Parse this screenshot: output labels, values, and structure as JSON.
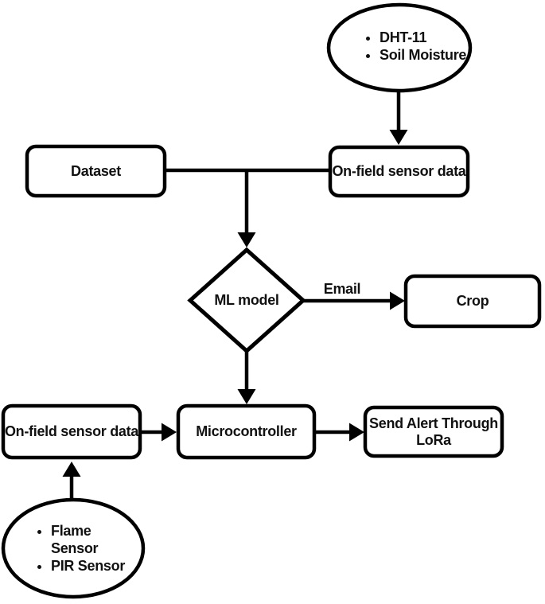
{
  "diagram": {
    "background": "#ffffff",
    "stroke_color": "#000000",
    "text_color": "#111111",
    "nodes": {
      "sensors_top": {
        "type": "ellipse",
        "items": [
          "DHT-11",
          "Soil Moisture"
        ]
      },
      "dataset": {
        "type": "rounded-rect",
        "label": "Dataset"
      },
      "onfield_top": {
        "type": "rounded-rect",
        "label": "On-field sensor data"
      },
      "ml_model": {
        "type": "diamond",
        "label": "ML model"
      },
      "crop": {
        "type": "rounded-rect",
        "label": "Crop"
      },
      "onfield_bottom": {
        "type": "rounded-rect",
        "label": "On-field sensor data"
      },
      "microcontroller": {
        "type": "rounded-rect",
        "label": "Microcontroller"
      },
      "send_alert": {
        "type": "rounded-rect",
        "label": "Send Alert Through LoRa"
      },
      "sensors_bottom": {
        "type": "ellipse",
        "items": [
          "Flame Sensor",
          "PIR Sensor"
        ]
      }
    },
    "edges": [
      {
        "from": "sensors_top",
        "to": "onfield_top",
        "label": ""
      },
      {
        "from": "dataset",
        "to": "onfield_top",
        "label": ""
      },
      {
        "from": "dataset_line",
        "to": "ml_model",
        "label": ""
      },
      {
        "from": "ml_model",
        "to": "crop",
        "label": "Email"
      },
      {
        "from": "ml_model",
        "to": "microcontroller",
        "label": ""
      },
      {
        "from": "onfield_bottom",
        "to": "microcontroller",
        "label": ""
      },
      {
        "from": "microcontroller",
        "to": "send_alert",
        "label": ""
      },
      {
        "from": "sensors_bottom",
        "to": "onfield_bottom",
        "label": ""
      }
    ]
  }
}
